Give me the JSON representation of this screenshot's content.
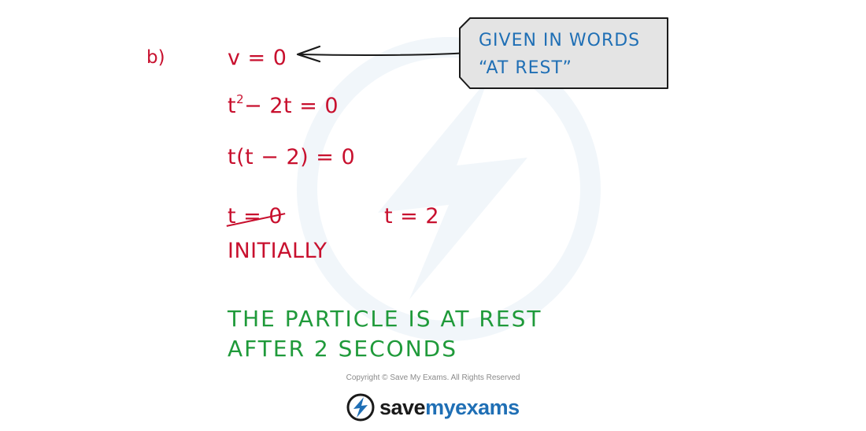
{
  "part": {
    "label": "b)"
  },
  "working": {
    "line1": "v = 0",
    "line2_base": "t",
    "line2_sup": "2",
    "line2_rest": "− 2t = 0",
    "line3": "t(t − 2) = 0",
    "crossed_solution": "t = 0",
    "crossed_note": "INITIALLY",
    "solution": "t = 2"
  },
  "callout": {
    "line1": "GIVEN  IN  WORDS",
    "line2": "“AT  REST”"
  },
  "conclusion": {
    "line1": "THE  PARTICLE  IS  AT  REST",
    "line2": "AFTER  2  SECONDS"
  },
  "footer": {
    "copyright": "Copyright © Save My Exams. All Rights Reserved",
    "logo_save": "save",
    "logo_my": "my",
    "logo_exams": "exams"
  },
  "colors": {
    "working": "#c8102e",
    "conclusion": "#1f9a3a",
    "callout_text": "#1f6fb5",
    "callout_fill": "#e4e4e4"
  }
}
